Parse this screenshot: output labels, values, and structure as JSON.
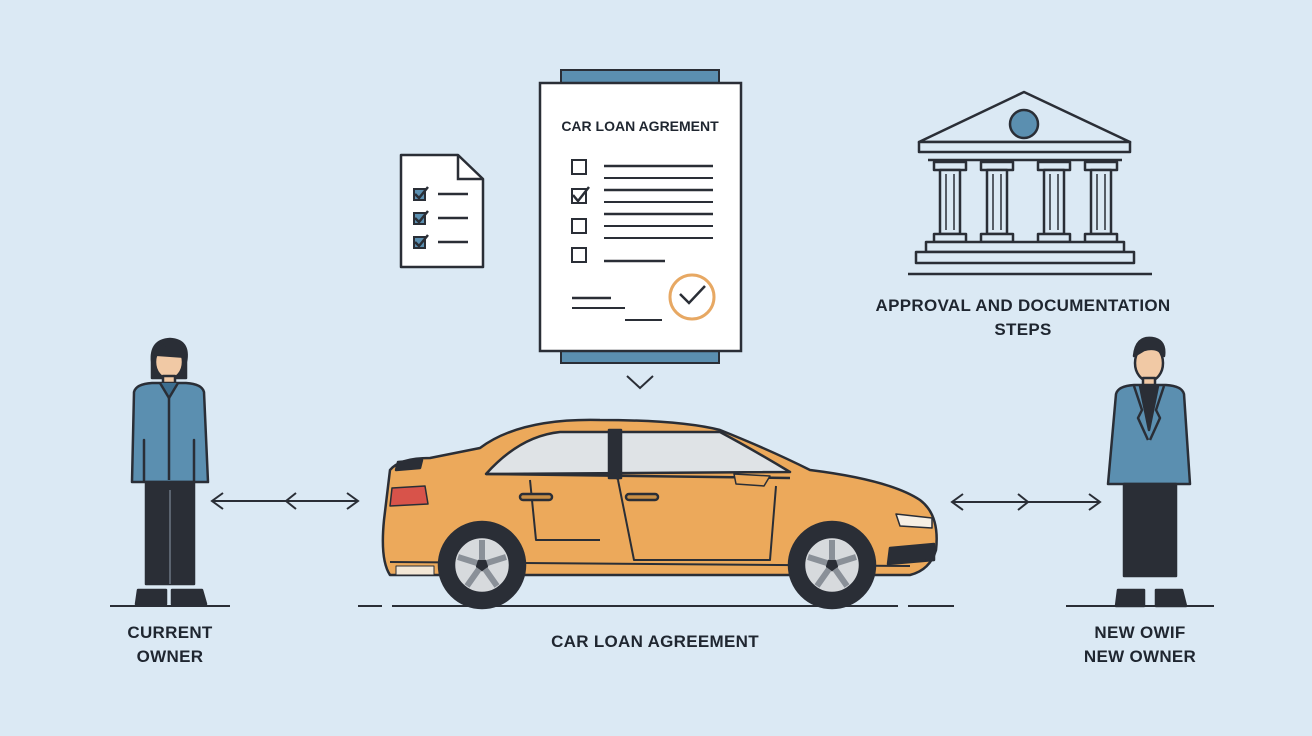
{
  "document": {
    "title": "CAR LOAN AGREMENT",
    "checklist": [
      true,
      true,
      false,
      false
    ]
  },
  "bank": {
    "caption_line1": "APPROVAL AND DOCUMENTATION",
    "caption_line2": "STEPS"
  },
  "current_owner": {
    "line1": "CURRENT",
    "line2": "OWNER"
  },
  "car": {
    "caption": "CAR LOAN AGREEMENT"
  },
  "new_owner": {
    "line1": "NEW OWIF",
    "line2": "NEW OWNER"
  },
  "colors": {
    "background": "#dbe9f4",
    "car_body": "#eca95b",
    "accent_blue": "#5b8fb0",
    "stamp_orange": "#e7a863",
    "stroke": "#2a2e36"
  }
}
